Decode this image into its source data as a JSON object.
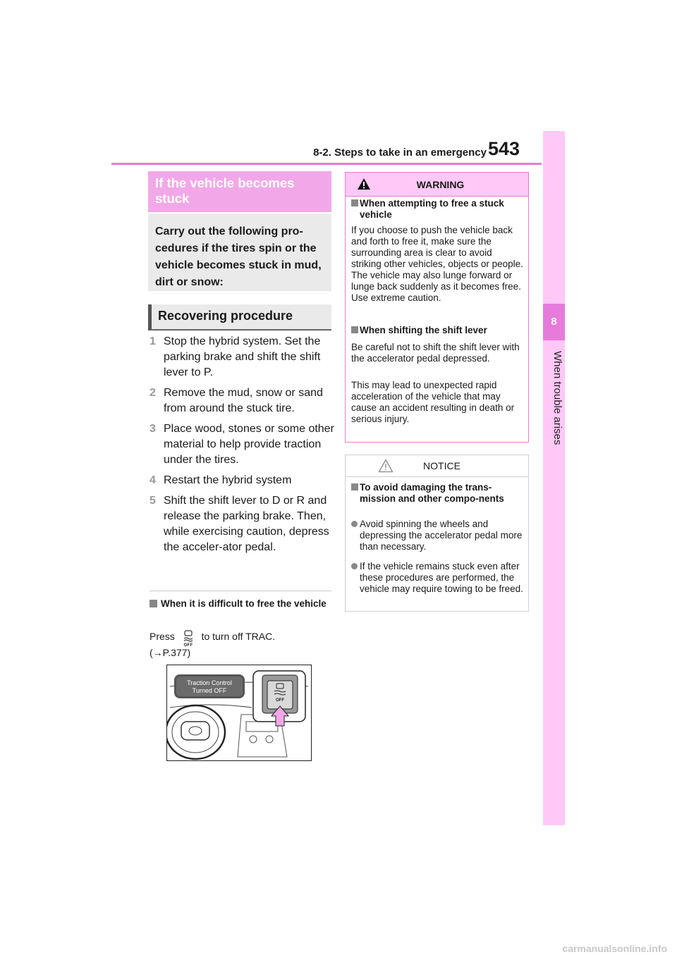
{
  "header": {
    "section": "8-2. Steps to take in an emergency",
    "page_number": "543"
  },
  "side_tab": {
    "chapter": "8",
    "label": "When trouble arises"
  },
  "stuck": {
    "heading": "If the vehicle becomes stuck",
    "intro": "Carry out the following pro-cedures if the tires spin or the vehicle becomes stuck in mud, dirt or snow:"
  },
  "recovering": {
    "heading": "Recovering procedure",
    "steps": [
      {
        "num": "1",
        "text": "Stop the hybrid system. Set the parking brake and shift the shift lever to P."
      },
      {
        "num": "2",
        "text": "Remove the mud, snow or sand from around the stuck tire."
      },
      {
        "num": "3",
        "text": "Place wood, stones or some other material to help provide traction under the tires."
      },
      {
        "num": "4",
        "text": "Restart the hybrid system"
      },
      {
        "num": "5",
        "text": "Shift the shift lever to D or R and release the parking brake. Then, while exercising caution, depress the acceler-ator pedal."
      }
    ]
  },
  "note": {
    "title": "When it is difficult to free the vehicle",
    "press": "Press",
    "after_icon": "to turn off TRAC.",
    "ref": "(→P.377)",
    "icon": "trac-off-icon"
  },
  "illustration": {
    "display_text_line1": "Traction Control",
    "display_text_line2": "Turned OFF"
  },
  "warning": {
    "title": "WARNING",
    "icon": "warning-triangle-icon",
    "items": [
      {
        "subtitle": "When attempting to free a stuck vehicle",
        "text": "If you choose to push the vehicle back and forth to free it, make sure the surrounding area is clear to avoid striking other vehicles, objects or people. The vehicle may also lunge forward or lunge back suddenly as it becomes free. Use extreme caution."
      },
      {
        "subtitle": "When shifting the shift lever",
        "text": "Be careful not to shift the shift lever with the accelerator pedal depressed.",
        "text2": "This may lead to unexpected rapid acceleration of the vehicle that may cause an accident resulting in death or serious injury."
      }
    ]
  },
  "notice": {
    "title": "NOTICE",
    "icon": "caution-triangle-icon",
    "subtitle": "To avoid damaging the trans-mission and other compo-nents",
    "bullets": [
      "Avoid spinning the wheels and depressing the accelerator pedal more than necessary.",
      "If the vehicle remains stuck even after these procedures are performed, the vehicle may require towing to be freed."
    ]
  },
  "footer": {
    "watermark": "carmanualsonline.info"
  },
  "colors": {
    "accent": "#e67bdc",
    "accent_light": "#ffc8f6",
    "heading_pink": "#f2a8e8",
    "gray_box": "#eaeaea"
  }
}
